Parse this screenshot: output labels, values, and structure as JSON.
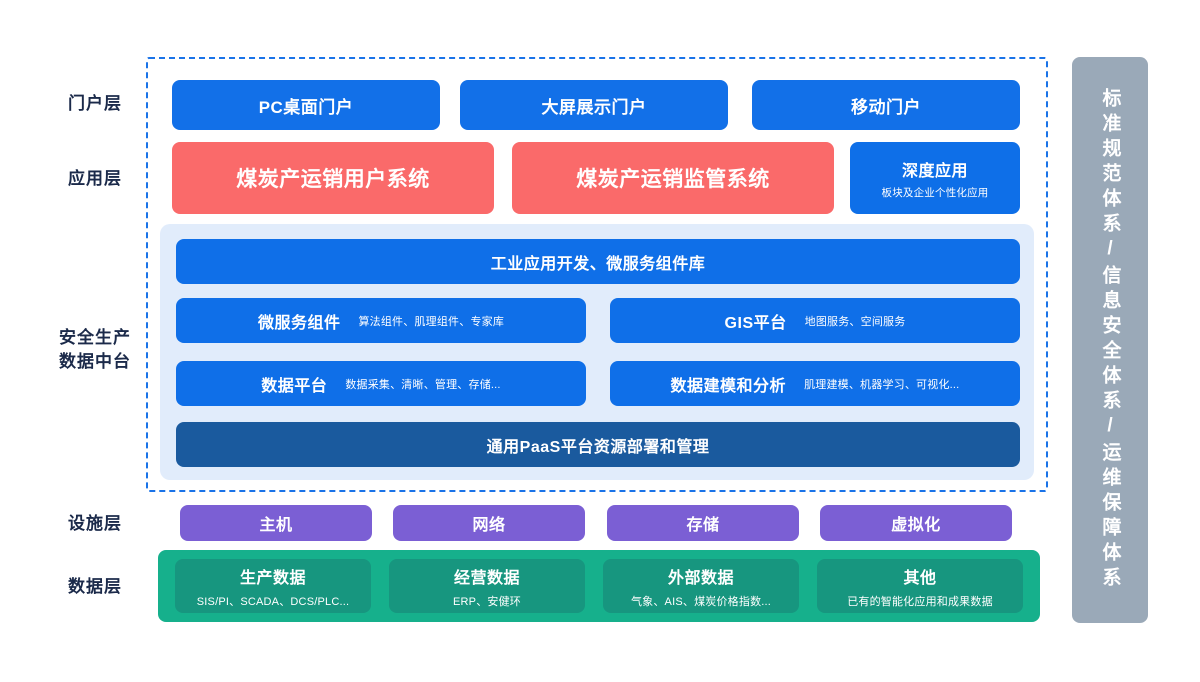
{
  "layer_labels": [
    {
      "id": "portal",
      "text": "门户层"
    },
    {
      "id": "app",
      "text": "应用层"
    },
    {
      "id": "midend",
      "text": "安全生产\n数据中台"
    },
    {
      "id": "infra",
      "text": "设施层"
    },
    {
      "id": "data",
      "text": "数据层"
    }
  ],
  "portal_layer": {
    "items": [
      {
        "title": "PC桌面门户"
      },
      {
        "title": "大屏展示门户"
      },
      {
        "title": "移动门户"
      }
    ]
  },
  "application_layer": {
    "items": [
      {
        "title": "煤炭产运销用户系统"
      },
      {
        "title": "煤炭产运销监管系统"
      }
    ],
    "deep": {
      "title": "深度应用",
      "sub": "板块及企业个性化应用"
    }
  },
  "midend_layer": {
    "header": {
      "title": "工业应用开发、微服务组件库"
    },
    "modules": [
      {
        "title": "微服务组件",
        "sub": "算法组件、肌理组件、专家库"
      },
      {
        "title": "GIS平台",
        "sub": "地图服务、空间服务"
      },
      {
        "title": "数据平台",
        "sub": "数据采集、清晰、管理、存储..."
      },
      {
        "title": "数据建模和分析",
        "sub": "肌理建模、机器学习、可视化..."
      }
    ],
    "footer": {
      "title": "通用PaaS平台资源部署和管理"
    }
  },
  "infrastructure_layer": {
    "items": [
      {
        "title": "主机"
      },
      {
        "title": "网络"
      },
      {
        "title": "存储"
      },
      {
        "title": "虚拟化"
      }
    ]
  },
  "data_layer": {
    "items": [
      {
        "title": "生产数据",
        "sub": "SIS/PI、SCADA、DCS/PLC..."
      },
      {
        "title": "经营数据",
        "sub": "ERP、安健环"
      },
      {
        "title": "外部数据",
        "sub": "气象、AIS、煤炭价格指数..."
      },
      {
        "title": "其他",
        "sub": "已有的智能化应用和成果数据"
      }
    ]
  },
  "sidebar": {
    "text": "标准规范体系/信息安全体系/运维保障体系"
  },
  "colors": {
    "portal_blue": "#1270e8",
    "app_red": "#fa6a6a",
    "deep_blue": "#0e6fe8",
    "midend_panel": "#e1ecfb",
    "midend_blue": "#0f6fe8",
    "paas_blue": "#1a5a9e",
    "infra_purple": "#7b5fd4",
    "data_green_outer": "#16b08c",
    "data_green_inner": "#17967f",
    "sidebar_gray": "#9aa9b8",
    "dashed_border": "#1a73e8",
    "label_text": "#1b2a4a"
  }
}
